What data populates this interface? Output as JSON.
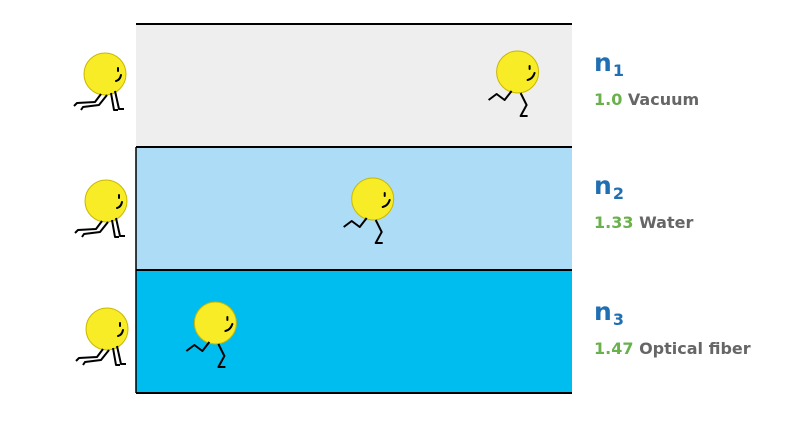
{
  "colors": {
    "symbol": "#1f6fb2",
    "index_value": "#6ab04c",
    "material_name": "#666666",
    "face": "#f7ec25",
    "face_outline": "#c9b800",
    "stick": "#000000",
    "border": "#000000"
  },
  "media": [
    {
      "symbol_letter": "n",
      "subscript": "1",
      "index": "1.0",
      "material": "Vacuum",
      "fill": "#eeeeee",
      "speed_fraction": 0.9
    },
    {
      "symbol_letter": "n",
      "subscript": "2",
      "index": "1.33",
      "material": "Water",
      "fill": "#acdcf6",
      "speed_fraction": 0.55
    },
    {
      "symbol_letter": "n",
      "subscript": "3",
      "index": "1.47",
      "material": "Optical fiber",
      "fill": "#00bdf0",
      "speed_fraction": 0.17
    }
  ]
}
